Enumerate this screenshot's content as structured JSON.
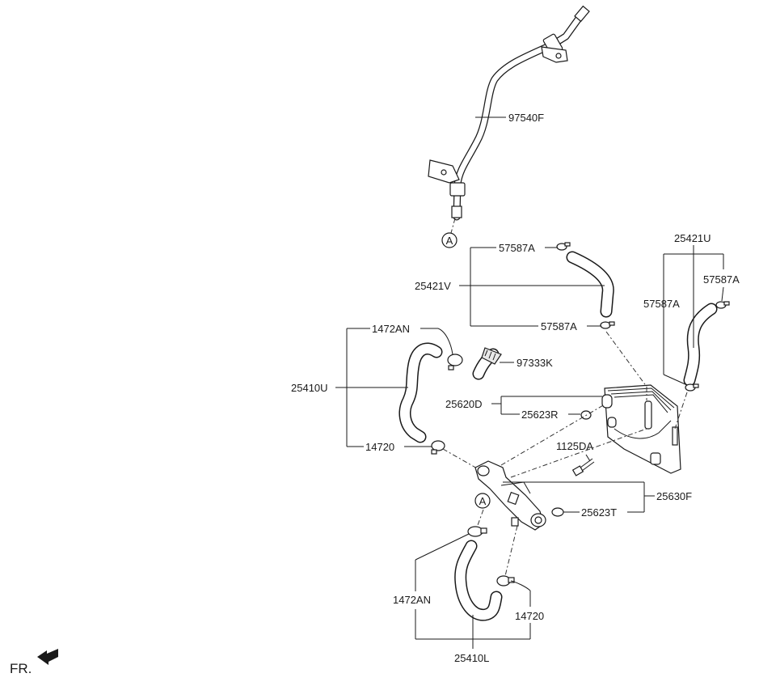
{
  "diagram": {
    "labels": {
      "hose_97540F": "97540F",
      "connector_a_top": "A",
      "clamp_57587A_top": "57587A",
      "hose_25421V": "25421V",
      "clamp_57587A_mid": "57587A",
      "hose_25421U": "25421U",
      "clamp_57587A_right": "57587A",
      "clamp_57587A_right2": "57587A",
      "clamp_1472AN_top": "1472AN",
      "hose_25410U": "25410U",
      "pipe_97333K": "97333K",
      "cooler_25620D": "25620D",
      "oring_25623R": "25623R",
      "clamp_14720_left": "14720",
      "bolt_1125DA": "1125DA",
      "housing_25630F": "25630F",
      "oring_25623T": "25623T",
      "connector_a_bottom": "A",
      "clamp_1472AN_bottom": "1472AN",
      "clamp_14720_bottom": "14720",
      "hose_25410L": "25410L",
      "front_indicator": "FR."
    }
  }
}
